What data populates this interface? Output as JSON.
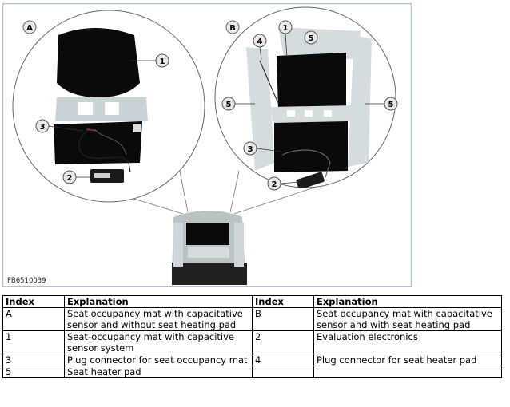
{
  "figure": {
    "image_code": "FB6510039",
    "panel_a_label": "A",
    "panel_b_label": "B",
    "callouts": {
      "a1": "1",
      "a2": "2",
      "a3": "3",
      "b1": "1",
      "b2": "2",
      "b3": "3",
      "b4": "4",
      "b5_top": "5",
      "b5_left": "5",
      "b5_right": "5"
    },
    "colors": {
      "frame_border": "#a8c0dc",
      "mat": "#0a0a0a",
      "heater_pad": "#d4dce0",
      "callout_fill": "#e8e8e8",
      "background": "#ffffff"
    }
  },
  "legend": {
    "headers": [
      "Index",
      "Explanation",
      "Index",
      "Explanation"
    ],
    "rows": [
      [
        "A",
        "Seat occupancy mat with capacitative sensor and without seat heating pad",
        "B",
        "Seat occupancy mat with capacitative sensor and with seat heating pad"
      ],
      [
        "1",
        "Seat-occupancy mat with capacitive sensor system",
        "2",
        "Evaluation electronics"
      ],
      [
        "3",
        "Plug connector for seat occupancy mat",
        "4",
        "Plug connector for seat heater pad"
      ],
      [
        "5",
        "Seat heater pad",
        "",
        ""
      ]
    ]
  }
}
